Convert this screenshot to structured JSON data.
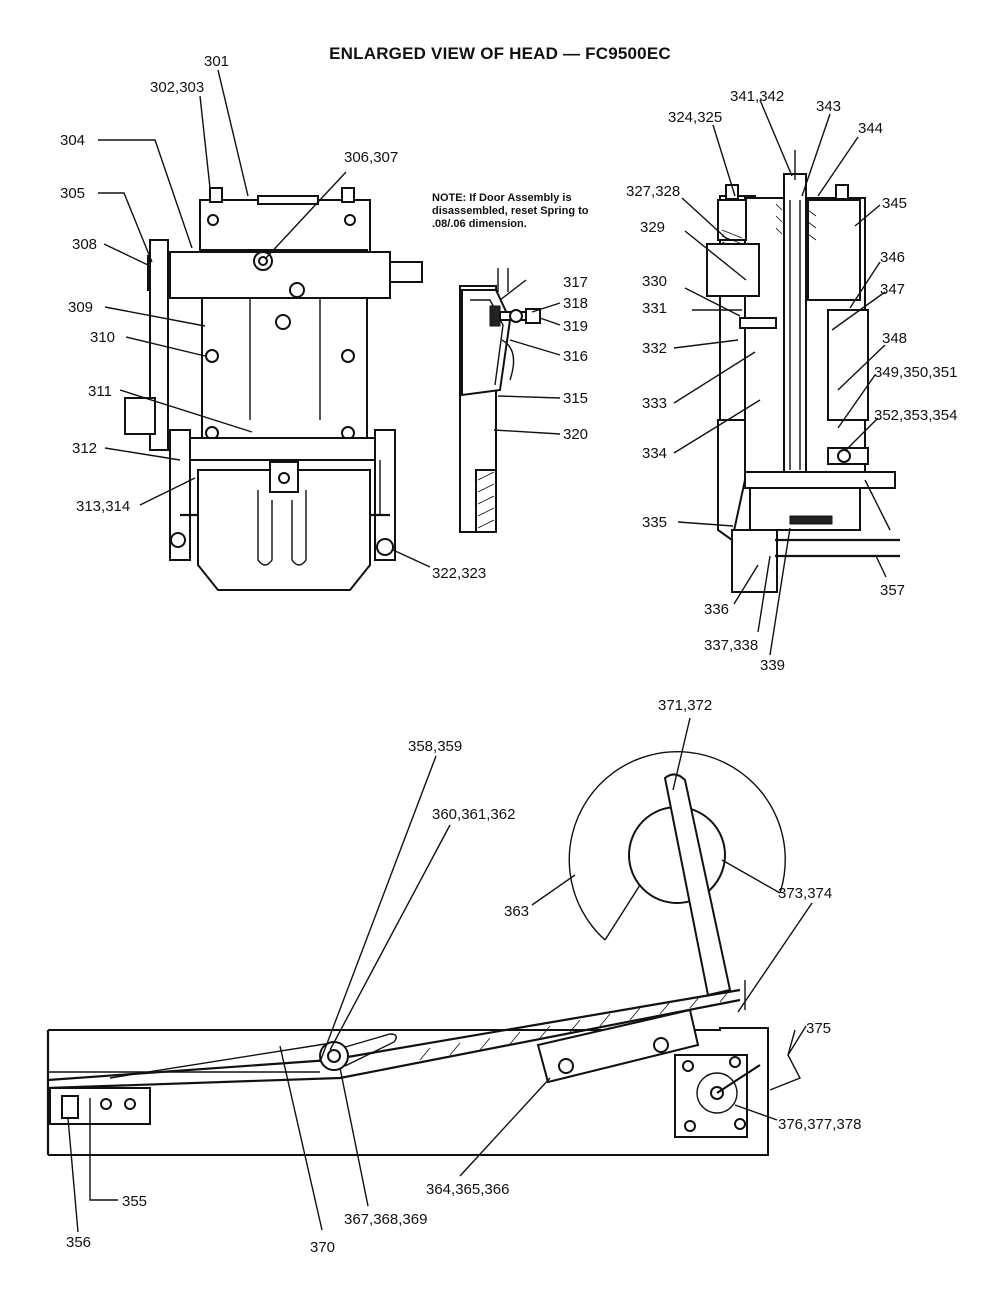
{
  "title": "ENLARGED VIEW OF HEAD — FC9500EC",
  "note": "NOTE: If Door Assembly is disassembled, reset Spring to .08/.06 dimension.",
  "callouts": [
    "301",
    "302,303",
    "304",
    "305",
    "306,307",
    "308",
    "309",
    "310",
    "311",
    "312",
    "313,314",
    "315",
    "316",
    "317",
    "318",
    "319",
    "320",
    "322,323",
    "324,325",
    "327,328",
    "329",
    "330",
    "331",
    "332",
    "333",
    "334",
    "335",
    "336",
    "337,338",
    "339",
    "341,342",
    "343",
    "344",
    "345",
    "346",
    "347",
    "348",
    "349,350,351",
    "352,353,354",
    "355",
    "356",
    "357",
    "358,359",
    "360,361,362",
    "363",
    "364,365,366",
    "367,368,369",
    "370",
    "371,372",
    "373,374",
    "375",
    "376,377,378"
  ]
}
